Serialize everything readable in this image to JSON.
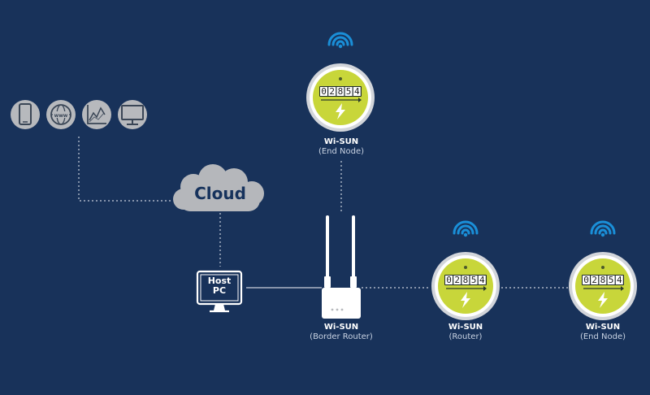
{
  "colors": {
    "background": "#18325a",
    "meter_face": "#c8d63a",
    "wifi": "#1a8fd8",
    "cloud": "#b5b7bb",
    "icon_bg": "#b7b9bd"
  },
  "icons": [
    "smartphone-icon",
    "www-globe-icon",
    "chart-icon",
    "monitor-icon"
  ],
  "cloud": {
    "label": "Cloud"
  },
  "host_pc": {
    "line1": "Host",
    "line2": "PC"
  },
  "meter_reading": "02854",
  "nodes": {
    "top_end_node": {
      "name": "Wi-SUN",
      "role": "(End Node)"
    },
    "border_router": {
      "name": "Wi-SUN",
      "role": "(Border Router)"
    },
    "router": {
      "name": "Wi-SUN",
      "role": "(Router)"
    },
    "right_end_node": {
      "name": "Wi-SUN",
      "role": "(End Node)"
    }
  }
}
